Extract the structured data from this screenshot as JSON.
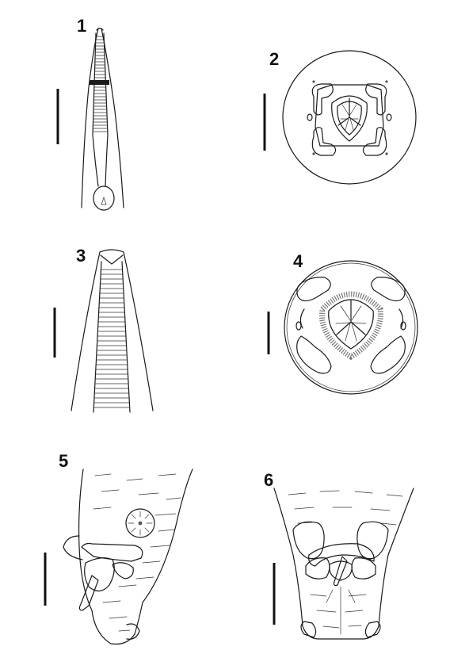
{
  "figures": [
    {
      "number": "1",
      "subject": "anterior-end-lateral"
    },
    {
      "number": "2",
      "subject": "cephalic-end-apical"
    },
    {
      "number": "3",
      "subject": "anterior-end-detail"
    },
    {
      "number": "4",
      "subject": "cephalic-end-apical"
    },
    {
      "number": "5",
      "subject": "posterior-end-lateral"
    },
    {
      "number": "6",
      "subject": "posterior-end-ventral"
    }
  ],
  "colors": {
    "ink": "#1a1a1a",
    "background": "#ffffff"
  }
}
